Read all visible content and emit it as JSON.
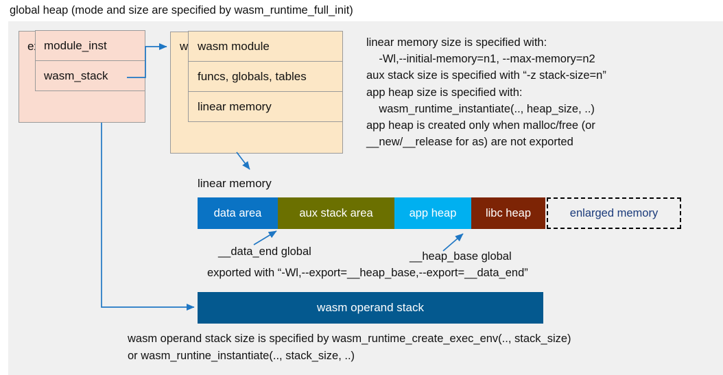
{
  "title": "global heap (mode and size are specified by wasm_runtime_full_init)",
  "exec_env": {
    "header": "exec_env",
    "fields": [
      {
        "label": "module_inst"
      },
      {
        "label": "wasm_stack"
      }
    ]
  },
  "module_instance": {
    "header": "wasm module instance",
    "fields": [
      {
        "label": "wasm module"
      },
      {
        "label": "funcs, globals, tables"
      },
      {
        "label": "linear memory"
      }
    ]
  },
  "notes": {
    "right_block": "linear memory size is specified with:\n    -Wl,--initial-memory=n1, --max-memory=n2\naux stack size is specified with “-z stack-size=n”\napp heap size is specified with:\n    wasm_runtime_instantiate(.., heap_size, ..)\napp heap is created only when malloc/free (or\n__new/__release for as) are not exported",
    "bottom_block": "wasm operand stack size is specified by wasm_runtime_create_exec_env(.., stack_size)\nor wasm_runtine_instantiate(.., stack_size, ..)"
  },
  "linear_memory": {
    "label": "linear memory",
    "segments": [
      {
        "label": "data area",
        "color": "#0a73c4",
        "text_color": "#ffffff"
      },
      {
        "label": "aux stack area",
        "color": "#6b7000",
        "text_color": "#ffffff"
      },
      {
        "label": "app heap",
        "color": "#00b0f0",
        "text_color": "#ffffff"
      },
      {
        "label": "libc heap",
        "color": "#7d2405",
        "text_color": "#ffffff"
      },
      {
        "label": "enlarged memory",
        "color": "#f0f0f0",
        "text_color": "#1a3a7a"
      }
    ]
  },
  "annotations": {
    "data_end": "__data_end global",
    "heap_base": "__heap_base global",
    "exported_with": "exported with “-Wl,--export=__heap_base,--export=__data_end”"
  },
  "operand_stack": {
    "label": "wasm operand stack",
    "color": "#04598f"
  },
  "colors": {
    "panel_background": "#f0f0f0",
    "exec_env_fill": "#fadcd0",
    "module_fill": "#fce7c6",
    "arrow": "#1f77c4",
    "border": "#9a9a9a"
  }
}
